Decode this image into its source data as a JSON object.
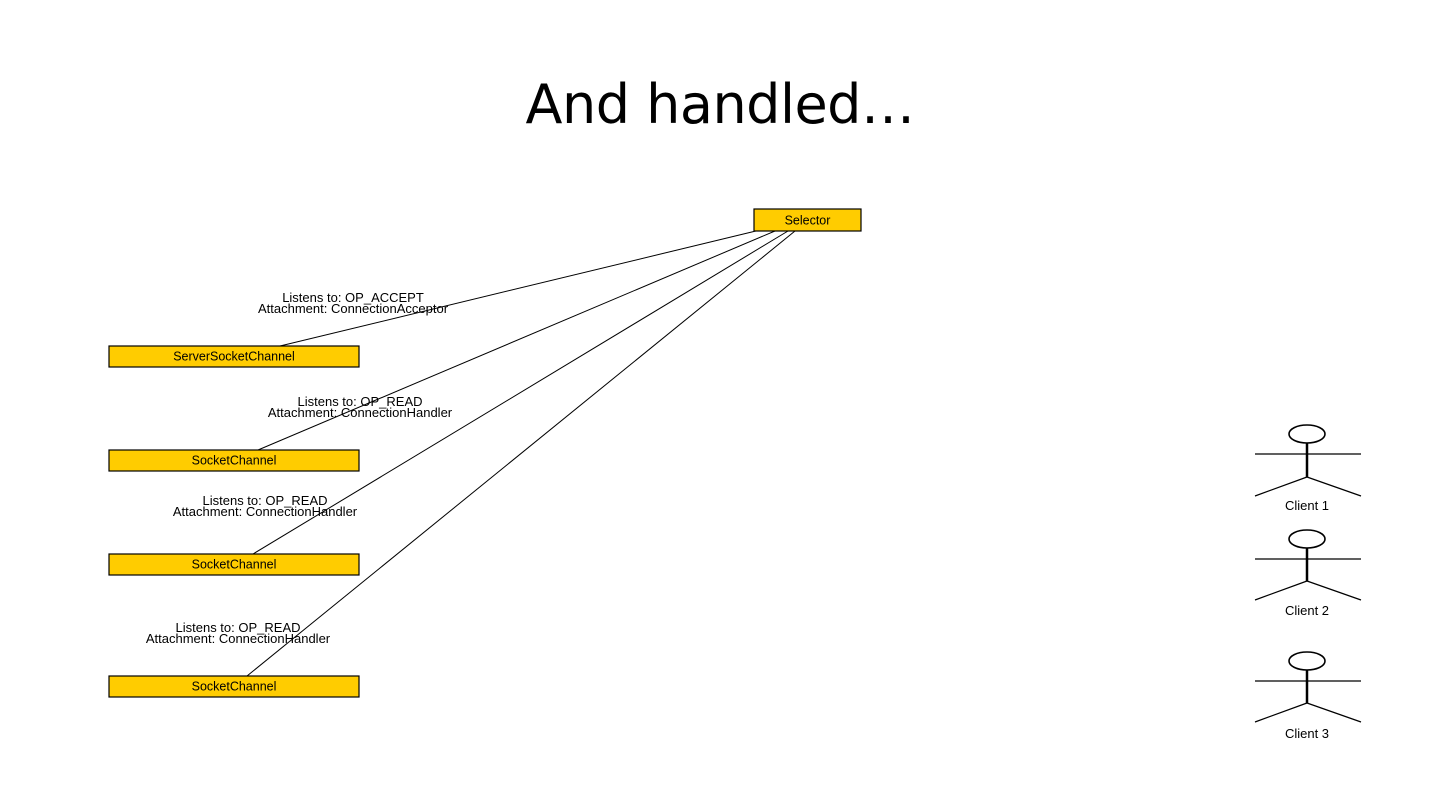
{
  "title": "And handled…",
  "colors": {
    "box_fill": "#FFCC00",
    "line": "#000000"
  },
  "selector": {
    "label": "Selector"
  },
  "channels": [
    {
      "name": "ServerSocketChannel",
      "listens": "Listens to: OP_ACCEPT",
      "attachment": "Attachment: ConnectionAcceptor"
    },
    {
      "name": "SocketChannel",
      "listens": "Listens to: OP_READ",
      "attachment": "Attachment: ConnectionHandler"
    },
    {
      "name": "SocketChannel",
      "listens": "Listens to: OP_READ",
      "attachment": "Attachment: ConnectionHandler"
    },
    {
      "name": "SocketChannel",
      "listens": "Listens to: OP_READ",
      "attachment": "Attachment: ConnectionHandler"
    }
  ],
  "clients": [
    {
      "label": "Client 1"
    },
    {
      "label": "Client 2"
    },
    {
      "label": "Client 3"
    }
  ]
}
